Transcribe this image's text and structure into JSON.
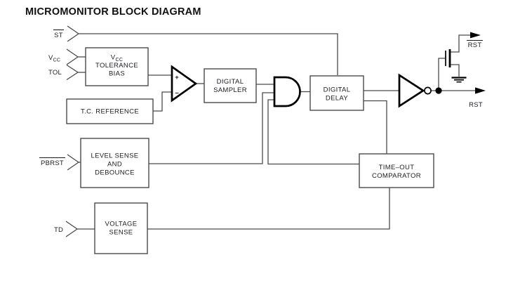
{
  "title": "MICROMONITOR BLOCK DIAGRAM",
  "colors": {
    "wire": "#4a4a4a",
    "shape": "#000000",
    "text": "#1b1b22",
    "background": "#ffffff"
  },
  "inputs": {
    "st": {
      "label": "ST",
      "overline": true
    },
    "vcc": {
      "label": "V",
      "sub": "CC"
    },
    "tol": {
      "label": "TOL"
    },
    "pbrst": {
      "label": "PBRST",
      "overline": true
    },
    "td": {
      "label": "TD"
    }
  },
  "blocks": {
    "vcc_tolerance_bias": {
      "line1": "V",
      "line1_sub": "CC",
      "line2": "TOLERANCE",
      "line3": "BIAS"
    },
    "tc_reference": {
      "label": "T.C. REFERENCE"
    },
    "digital_sampler": {
      "line1": "DIGITAL",
      "line2": "SAMPLER"
    },
    "digital_delay": {
      "line1": "DIGITAL",
      "line2": "DELAY"
    },
    "level_sense_debounce": {
      "line1": "LEVEL SENSE",
      "line2": "AND",
      "line3": "DEBOUNCE"
    },
    "time_out_comparator": {
      "line1": "TIME–OUT",
      "line2": "COMPARATOR"
    },
    "voltage_sense": {
      "line1": "VOLTAGE",
      "line2": "SENSE"
    }
  },
  "comparator": {
    "plus_label": "+",
    "minus_label": "−"
  },
  "outputs": {
    "rst_bar": {
      "label": "RST",
      "overline": true
    },
    "rst": {
      "label": "RST"
    }
  }
}
